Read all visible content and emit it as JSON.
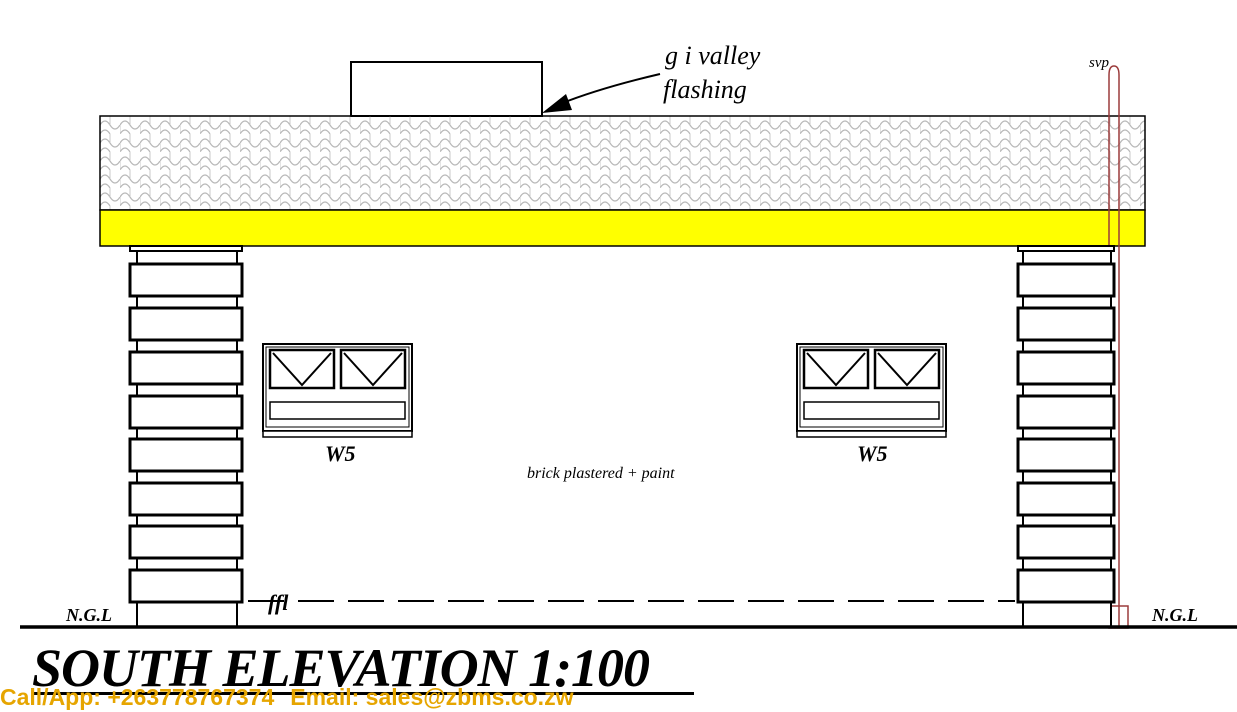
{
  "labels": {
    "flashing_line1": "g i valley",
    "flashing_line2": "flashing",
    "svp": "svp",
    "window_left": "W5",
    "window_right": "W5",
    "wall_finish": "brick plastered + paint",
    "ngl_left": "N.G.L",
    "ngl_right": "N.G.L",
    "ffl": "ffl"
  },
  "title": "SOUTH ELEVATION 1:100",
  "contact": {
    "phone": "Call/App: +263778767374",
    "email": "Email: sales@zbms.co.zw"
  },
  "colors": {
    "fascia": "#ffff00",
    "roof_tiles": "#b8b8b8",
    "svp_pipe": "#9b3b3b",
    "watermark": "#e6a500"
  }
}
